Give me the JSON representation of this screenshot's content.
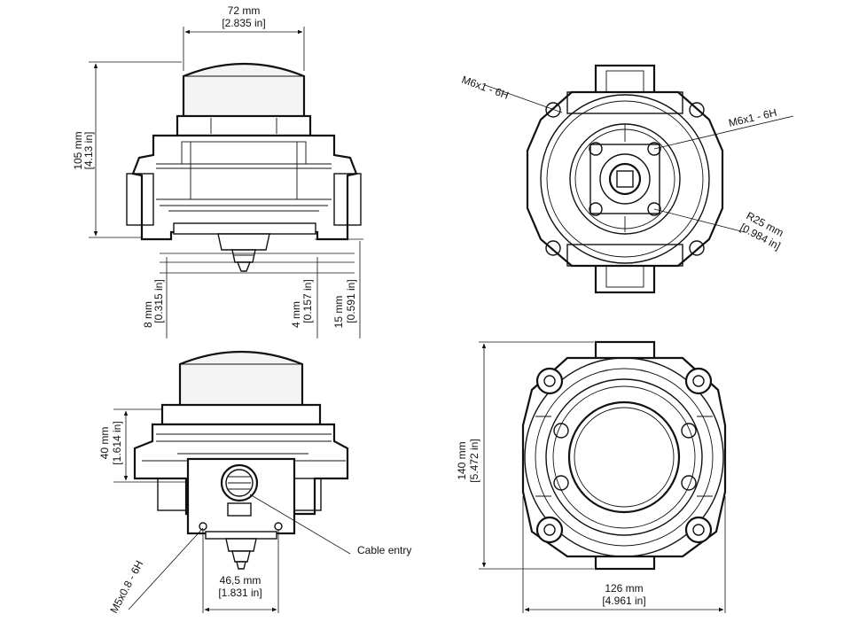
{
  "dimensions": {
    "top_width": {
      "mm": "72 mm",
      "in": "[2.835 in]"
    },
    "height_105": {
      "mm": "105  mm",
      "in": "[4.13 in]"
    },
    "d8": {
      "mm": "8 mm",
      "in": "[0.315 in]"
    },
    "d4": {
      "mm": "4 mm",
      "in": "[0.157 in]"
    },
    "d15": {
      "mm": "15 mm",
      "in": "[0.591 in]"
    },
    "d40": {
      "mm": "40 mm",
      "in": "[1.614 in]"
    },
    "d46": {
      "mm": "46,5 mm",
      "in": "[1.831 in]"
    },
    "d140": {
      "mm": "140 mm",
      "in": "[5.472 in]"
    },
    "d126": {
      "mm": "126 mm",
      "in": "[4.961 in]"
    },
    "r25": {
      "mm": "R25 mm",
      "in": "[0.984 in]"
    }
  },
  "callouts": {
    "thread_left": "M6x1 - 6H",
    "thread_right": "M6x1 - 6H",
    "cable_entry": "Cable entry",
    "m5": "M5x0.8 - 6H"
  }
}
